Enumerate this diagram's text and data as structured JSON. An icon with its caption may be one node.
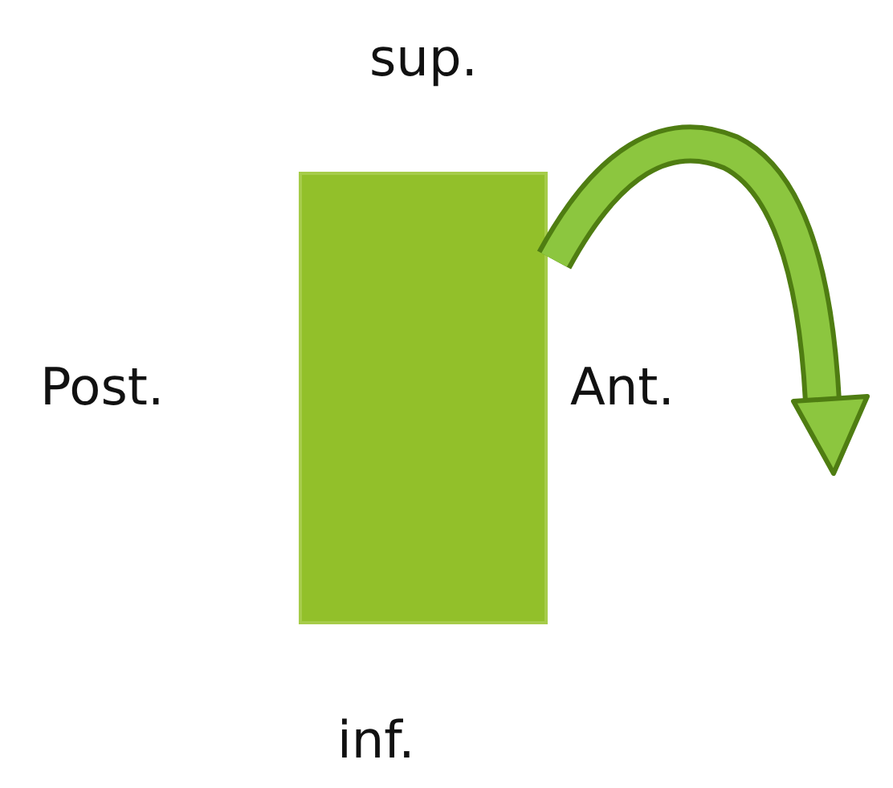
{
  "diagram": {
    "nodes": [
      {
        "text": [],
        "shape": "box"
      }
    ],
    "labels": [
      "sup.",
      "Post.",
      "Ant.",
      "inf."
    ]
  }
}
